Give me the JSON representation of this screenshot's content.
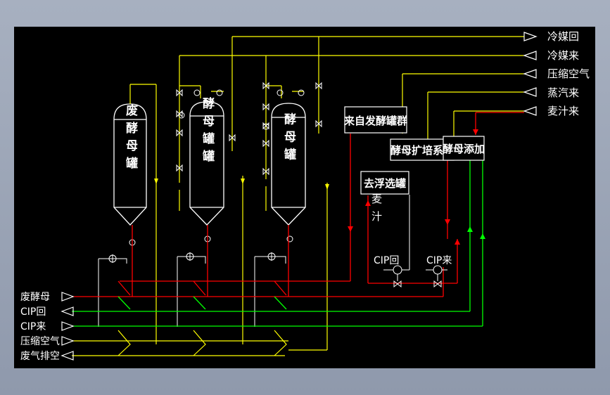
{
  "colors": {
    "background": "#000000",
    "frame": "#9aa4b6",
    "yellow": "#ffff00",
    "red": "#ff0000",
    "green": "#00ff00",
    "white": "#ffffff"
  },
  "right_labels": [
    "冷媒回",
    "冷媒来",
    "压缩空气",
    "蒸汽来",
    "麦汁来"
  ],
  "left_labels": [
    "废酵母",
    "CIP回",
    "CIP来",
    "压缩空气",
    "废气排空"
  ],
  "tanks": {
    "tank1": "废酵母罐",
    "tank2": "酵母罐罐",
    "tank3": "酵母罐"
  },
  "boxes": {
    "from_group": "来自发酵罐群",
    "expansion": "酵母扩培系统",
    "addition": "酵母添加",
    "flotation": "去浮选罐"
  },
  "annotations": {
    "wort": "麦汁",
    "cip_return": "CIP回",
    "cip_supply": "CIP来"
  }
}
